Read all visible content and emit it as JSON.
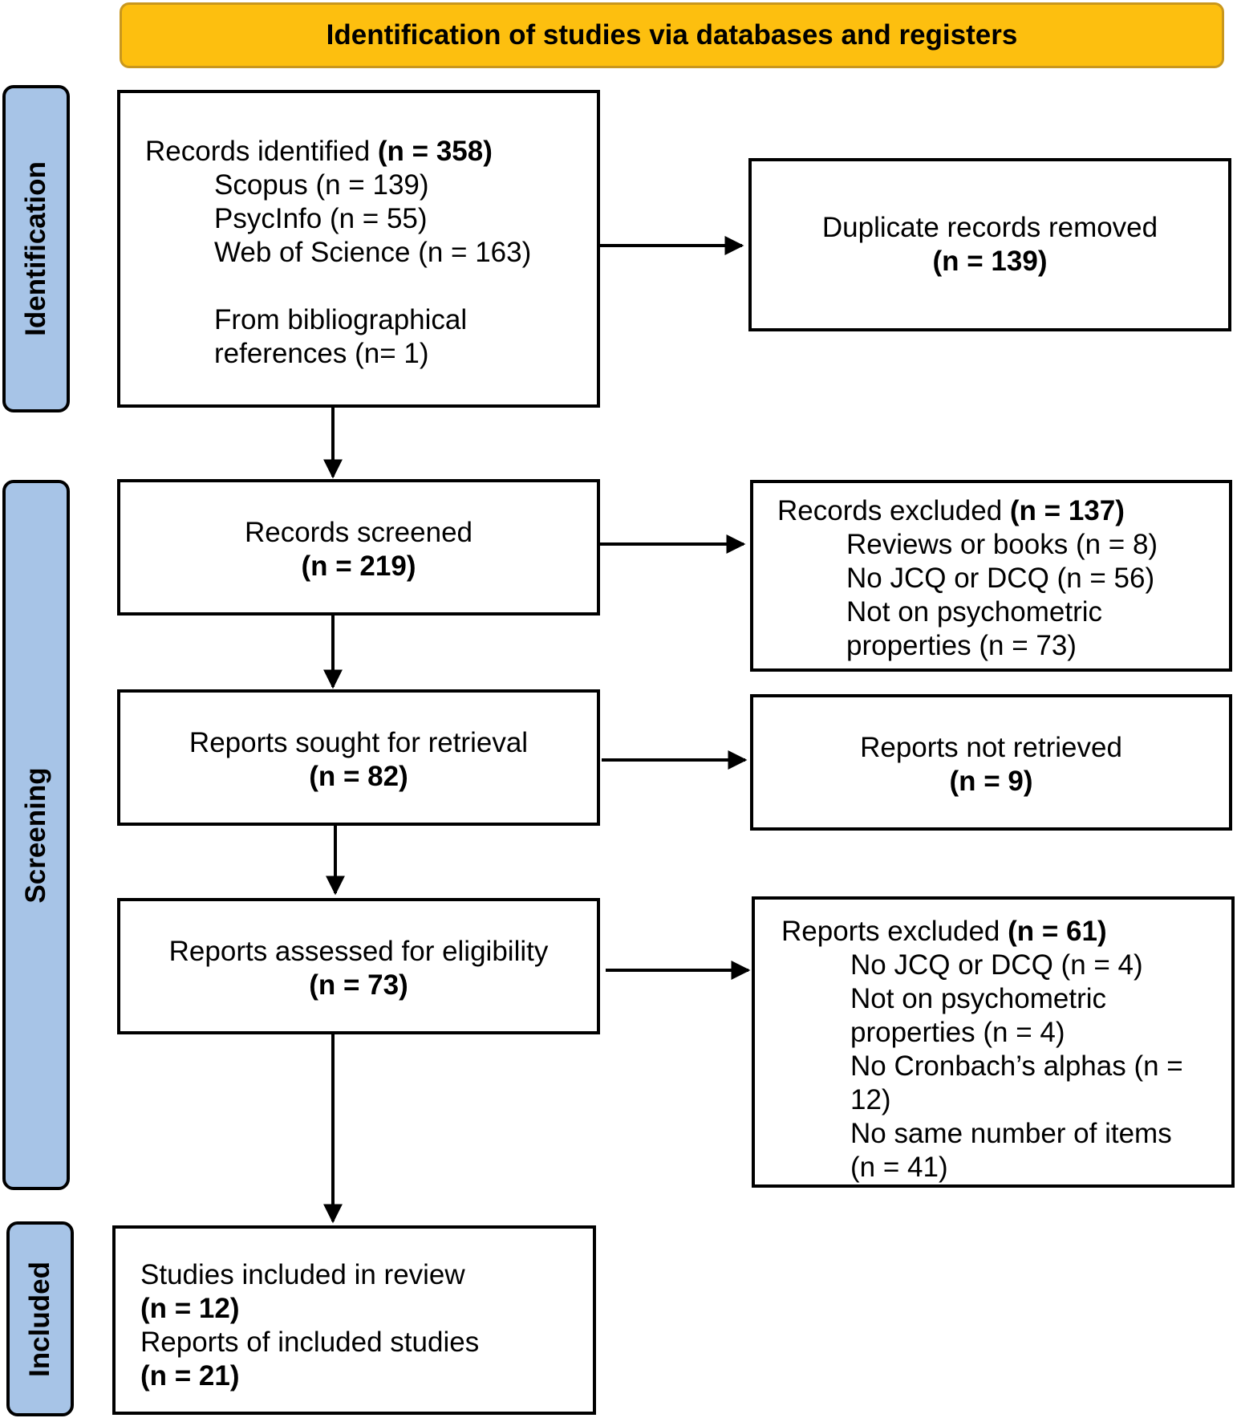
{
  "banner": "Identification of studies via databases and registers",
  "phases": {
    "identification": "Identification",
    "screening": "Screening",
    "included": "Included"
  },
  "identified": {
    "label": "Records identified",
    "count": "(n = 358)",
    "sources": [
      "Scopus (n = 139)",
      "PsycInfo (n = 55)",
      "Web of Science (n = 163)"
    ],
    "biblio_line1": "From bibliographical",
    "biblio_line2": "references (n= 1)"
  },
  "duplicates": {
    "label": "Duplicate records removed",
    "count": "(n = 139)"
  },
  "screened": {
    "label": "Records screened",
    "count": "(n = 219)"
  },
  "excluded_records": {
    "label": "Records excluded",
    "count": "(n = 137)",
    "reasons": [
      "Reviews or books (n = 8)",
      "No JCQ or DCQ (n = 56)",
      "Not on psychometric",
      "properties (n = 73)"
    ]
  },
  "sought": {
    "label": "Reports sought for retrieval",
    "count": "(n = 82)"
  },
  "not_retrieved": {
    "label": "Reports not retrieved",
    "count": "(n = 9)"
  },
  "assessed": {
    "label": "Reports assessed for eligibility",
    "count": "(n = 73)"
  },
  "excluded_reports": {
    "label": "Reports excluded",
    "count": "(n = 61)",
    "reasons": [
      "No JCQ or DCQ (n = 4)",
      "Not on psychometric",
      "properties (n = 4)",
      "No Cronbach’s alphas (n =",
      "12)",
      "No same number of items",
      "(n = 41)"
    ]
  },
  "included": {
    "studies_label": "Studies included in review",
    "studies_count": "(n = 12)",
    "reports_label": "Reports of included studies",
    "reports_count": "(n = 21)"
  }
}
